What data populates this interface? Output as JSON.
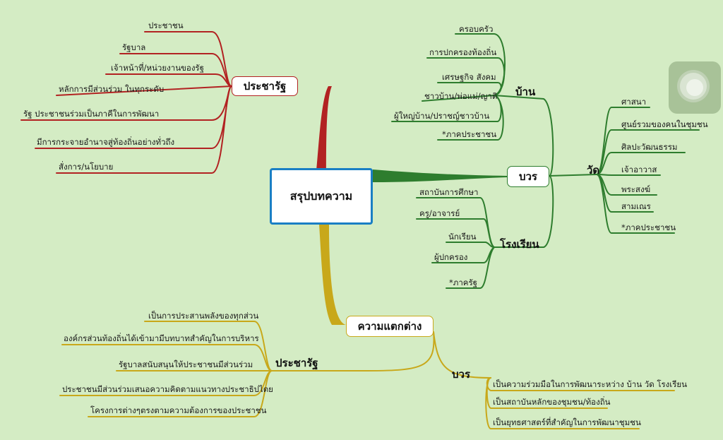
{
  "center": "สรุปบทความ",
  "red": {
    "title": "ประชารัฐ",
    "items": [
      "ประชาชน",
      "รัฐบาล",
      "เจ้าหน้าที่/หน่วยงานของรัฐ",
      "หลักการมีส่วนร่วม ในทุกระดับ",
      "รัฐ ประชาชนร่วมเป็นภาคีในการพัฒนา",
      "มีการกระจายอำนาจสู่ท้องถิ่นอย่างทั่วถึง",
      "สั่งการ/นโยบาย"
    ]
  },
  "green": {
    "title": "บวร",
    "ban": {
      "label": "บ้าน",
      "items": [
        "ครอบครัว",
        "การปกครองท้องถิ่น",
        "เศรษฐกิจ สังคม",
        "ชาวบ้าน/พ่อแม่/ญาติ",
        "ผู้ใหญ่บ้าน/ปราชญ์ชาวบ้าน",
        "*ภาคประชาชน"
      ]
    },
    "wat": {
      "label": "วัด",
      "items": [
        "ศาสนา",
        "ศูนย์รวมของคนในชุมชน",
        "ศิลปะวัฒนธรรม",
        "เจ้าอาวาส",
        "พระสงฆ์",
        "สามเณร",
        "*ภาคประชาชน"
      ]
    },
    "school": {
      "label": "โรงเรียน",
      "items": [
        "สถาบันการศึกษา",
        "ครู/อาจารย์",
        "นักเรียน",
        "ผู้ปกครอง",
        "*ภาครัฐ"
      ]
    }
  },
  "yellow": {
    "title": "ความแตกต่าง",
    "pracharat": {
      "label": "ประชารัฐ",
      "items": [
        "เป็นการประสานพลังของทุกส่วน",
        "องค์กรส่วนท้องถิ่นได้เข้ามามีบทบาทสำคัญในการบริหาร",
        "รัฐบาลสนับสนุนให้ประชาชนมีส่วนร่วม",
        "ประชาชนมีส่วนร่วมเสนอความคิดตามแนวทางประชาธิปไตย",
        "โครงการต่างๆตรงตามความต้องการของประชาชน"
      ]
    },
    "bowon": {
      "label": "บวร",
      "items": [
        "เป็นความร่วมมือในการพัฒนาระหว่าง บ้าน วัด โรงเรียน",
        "เป็นสถาบันหลักของชุมชน/ท้องถิ่น",
        "เป็นยุทธศาสตร์ที่สำคัญในการพัฒนาชุมชน"
      ]
    }
  },
  "colors": {
    "red": "#b22222",
    "green": "#2e7d2e",
    "yellow": "#c8a81a",
    "central_border": "#1a7fc4",
    "background": "#d4ecc4"
  }
}
